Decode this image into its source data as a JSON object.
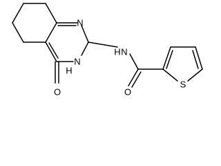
{
  "molecule": {
    "atoms": {
      "N1": "N",
      "N3": "N",
      "H3": "H",
      "NH_N": "N",
      "NH_H": "H",
      "O_carbonyl": "O",
      "O_amide": "O",
      "S": "S"
    },
    "colors": {
      "bond": "#000000",
      "label": "#000000",
      "background": "#ffffff"
    }
  }
}
